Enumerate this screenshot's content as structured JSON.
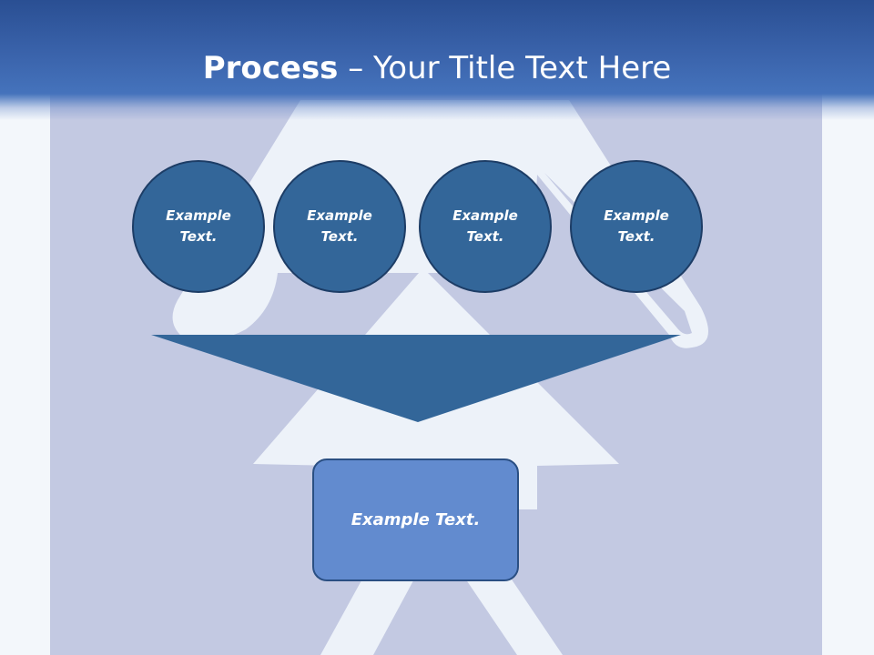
{
  "slide": {
    "title_bold": "Process",
    "title_rest": " – Your Title Text Here"
  },
  "circles": [
    {
      "line1": "Example",
      "line2": "Text."
    },
    {
      "line1": "Example",
      "line2": "Text."
    },
    {
      "line1": "Example",
      "line2": "Text."
    },
    {
      "line1": "Example",
      "line2": "Text."
    }
  ],
  "result": {
    "label": "Example Text."
  },
  "colors": {
    "circle_fill": "#336699",
    "circle_border": "#1d3d66",
    "funnel_fill": "#336699",
    "box_fill": "#628bcf",
    "header": "#3a63ab",
    "panel": "#c3c9e2",
    "figure": "#edf2f9"
  }
}
